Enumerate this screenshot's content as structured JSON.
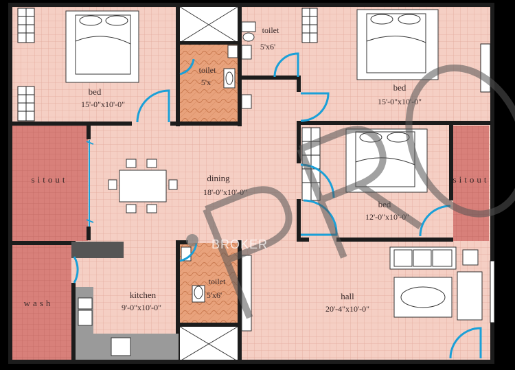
{
  "rooms": {
    "bed_top_left": {
      "name": "bed",
      "size": "15'-0\"x10'-0\""
    },
    "toilet_top_mid": {
      "name": "toilet",
      "size": "5'x"
    },
    "toilet_top_right": {
      "name": "toilet",
      "size": "5'x6'"
    },
    "bed_top_right": {
      "name": "bed",
      "size": "15'-0\"x10'-0\""
    },
    "sitout_left": {
      "name": "sitout"
    },
    "dining": {
      "name": "dining",
      "size": "18'-0\"x10'-0\""
    },
    "bed_mid_right": {
      "name": "bed",
      "size": "12'-0\"x10'-0\""
    },
    "sitout_right": {
      "name": "sitout"
    },
    "wash": {
      "name": "wash"
    },
    "kitchen": {
      "name": "kitchen",
      "size": "9'-0\"x10'-0\""
    },
    "toilet_bottom": {
      "name": "toilet",
      "size": "5'x6'"
    },
    "hall": {
      "name": "hall",
      "size": "20'-4\"x10'-0\""
    }
  },
  "watermark": {
    "brand": "BROKER",
    "logo_text": "PRO"
  },
  "colors": {
    "floor": "#f5cfc4",
    "wall": "#1c1c1c",
    "wet_tile": "#e8a27c",
    "sitout": "#d8807a",
    "door_swing": "#1aa0d8",
    "counter": "#9a9a9a"
  }
}
